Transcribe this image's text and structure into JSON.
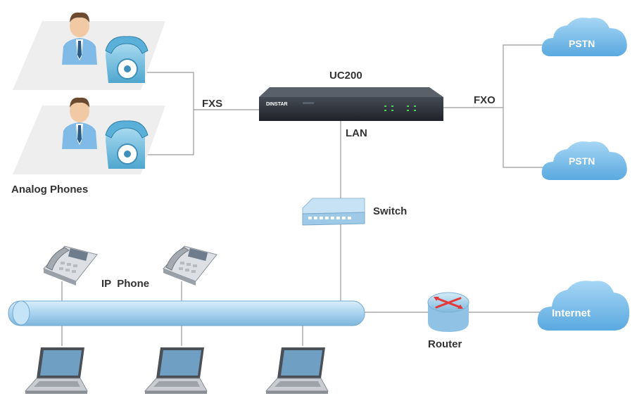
{
  "labels": {
    "device": "UC200",
    "device_brand": "DINSTAR",
    "fxs": "FXS",
    "fxo": "FXO",
    "lan": "LAN",
    "switch": "Switch",
    "analog_phones": "Analog Phones",
    "ip_phone": "IP  Phone",
    "router": "Router",
    "internet": "Internet",
    "pstn_top": "PSTN",
    "pstn_bottom": "PSTN"
  },
  "colors": {
    "cloud": "#7fc0ea",
    "bus": "#b9dcf2",
    "device_body": "#2b2f36",
    "wire": "#9a9a9a"
  },
  "icons": [
    "person-icon",
    "analog-phone-icon",
    "ip-phone-icon",
    "laptop-icon",
    "switch-icon",
    "router-icon",
    "cloud-icon",
    "gateway-device-icon"
  ]
}
